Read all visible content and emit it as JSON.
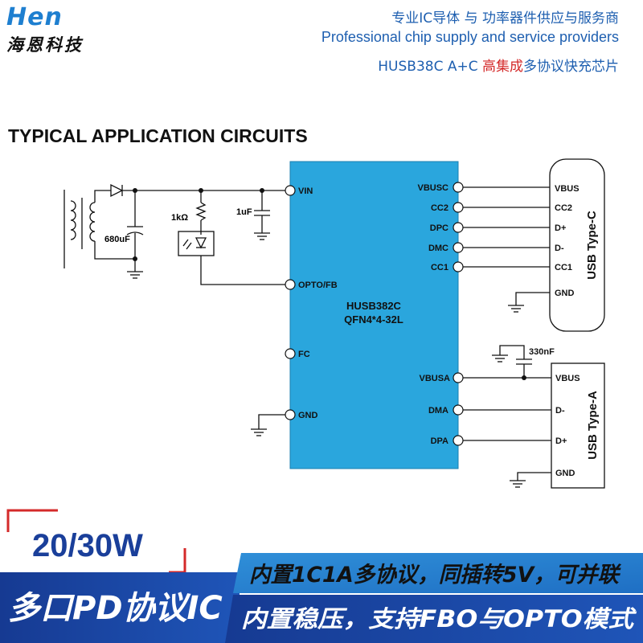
{
  "brand": {
    "logo_text": "Hen",
    "logo_cn": "海恩科技"
  },
  "header": {
    "line1": "专业IC导体 与 功率器件供应与服务商",
    "line2": "Professional chip supply and service providers",
    "line3_prefix": "HUSB38C A+C ",
    "line3_highlight": "高集成",
    "line3_suffix": "多协议快充芯片"
  },
  "section_title": "TYPICAL APPLICATION CIRCUITS",
  "circuit": {
    "chip_name": "HUSB382C",
    "chip_package": "QFN4*4-32L",
    "left_pins": [
      "VIN",
      "OPTO/FB",
      "FC",
      "GND"
    ],
    "right_pins": [
      "VBUSC",
      "CC2",
      "DPC",
      "DMC",
      "CC1",
      "VBUSA",
      "DMA",
      "DPA"
    ],
    "components": {
      "r1": "1kΩ",
      "c_in": "1uF",
      "c_bulk": "680uF",
      "c_out": "330nF"
    },
    "typec": {
      "label": "USB Type-C",
      "pins": [
        "VBUS",
        "CC2",
        "D+",
        "D-",
        "CC1",
        "GND"
      ]
    },
    "typea": {
      "label": "USB Type-A",
      "pins": [
        "VBUS",
        "D-",
        "D+",
        "GND"
      ]
    }
  },
  "promo": {
    "power": "20/30W",
    "title": "多口PD协议IC",
    "feature1": "内置1C1A多协议，同插转5V，可并联",
    "feature2": "内置稳压，支持FBO与OPTO模式"
  },
  "colors": {
    "chip_fill": "#2aa6dd",
    "brand_blue": "#1e7fd0",
    "highlight_red": "#d42a2a",
    "banner_dark": "#1a3f9a",
    "banner_light": "#2f8fd8"
  }
}
